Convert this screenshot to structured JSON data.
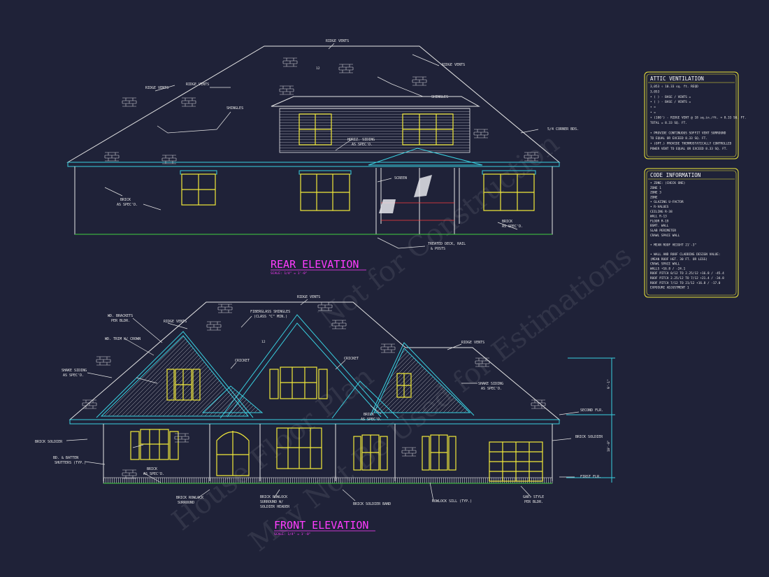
{
  "watermark": [
    "House Floor Plan",
    "Not for Construction",
    "May Not Be Used for Estimations"
  ],
  "rear": {
    "title": "REAR ELEVATION",
    "scale": "SCALE: 1/4\" = 1'-0\"",
    "labels": {
      "ridge_top": "RIDGE VENTS",
      "ridge_right": "RIDGE VENTS",
      "ridge_left1": "RIDGE VENTS",
      "ridge_left2": "RIDGE VENTS",
      "shingles_left": "SHINGLES",
      "shingles_right": "SHINGLES",
      "corner_bds": "5/4 CORNER BDS.",
      "lap_siding_1": "HORIZ. SIDING",
      "lap_siding_2": "AS SPEC'D.",
      "screen": "SCREEN",
      "brick_left_1": "BRICK",
      "brick_left_2": "AS SPEC'D.",
      "brick_right_1": "BRICK",
      "brick_right_2": "AS SPEC'D.",
      "deck_1": "TREATED DECK, RAIL",
      "deck_2": "& POSTS",
      "pitch": "12"
    }
  },
  "front": {
    "title": "FRONT ELEVATION",
    "scale": "SCALE: 1/4\" = 1'-0\"",
    "labels": {
      "ridge_top": "RIDGE VENTS",
      "ridge_left": "RIDGE VENTS",
      "ridge_right": "RIDGE VENTS",
      "fiberglass_1": "FIBERGLASS SHINGLES",
      "fiberglass_2": "(CLASS \"C\" MIN.)",
      "brackets_1": "WD. BRACKETS",
      "brackets_2": "PER BLDR.",
      "trim": "WD. TRIM W/ CROWN",
      "cricket_left": "CRICKET",
      "cricket_right": "CRICKET",
      "shake_left_1": "SHAKE SIDING",
      "shake_left_2": "AS SPEC'D.",
      "shake_right_1": "SHAKE SIDING",
      "shake_right_2": "AS SPEC'D.",
      "brick_mid_1": "BRICK",
      "brick_mid_2": "AS SPEC'D.",
      "brick_left_1": "BRICK",
      "brick_left_2": "AS SPEC'D.",
      "soldier_left": "BRICK SOLDIER",
      "soldier_right": "BRICK SOLDIER",
      "shutters_1": "BD. & BATTEN",
      "shutters_2": "SHUTTERS (TYP.)",
      "rowlock_1": "BRICK ROWLOCK",
      "rowlock_2": "SURROUND",
      "rowlock_sol_1": "BRICK ROWLOCK",
      "rowlock_sol_2": "SURROUND W/",
      "rowlock_sol_3": "SOLDIER HEADER",
      "soldier_band": "BRICK SOLDIER BAND",
      "rowlock_sill": "ROWLOCK SILL (TYP.)",
      "garage_1": "GAR. STYLE",
      "garage_2": "PER BLDR.",
      "second_flr": "SECOND FLR.",
      "first_flr": "FIRST FLR.",
      "dim_upper": "9'-1\"",
      "dim_lower": "10'-0\"",
      "pitch": "12"
    }
  },
  "attic": {
    "title": "ATTIC VENTILATION",
    "lines": [
      "3,053 ÷ 10.33 sq. ft.    REQD",
      "3,053",
      "• (    ) -         BASE    /    VENTS   =",
      "• (    ) -         BASE    /    VENTS   =",
      "•                                      =",
      "•                                      =",
      "• (100') - RIDGE VENT @ 18 sq.in./ft. = 8.33 SQ. FT.",
      "                               TOTAL     = 8.33 SQ. FT.",
      "",
      "• PROVIDE CONTINUOUS SOFFIT VENT SURROUND",
      "   TO EQUAL OR EXCEED  8.33 SQ. FT.",
      "• (OPT.) PROVIDE THERMOSTATICALLY CONTROLLED",
      "   POWER VENT TO EQUAL OR EXCEED 8.33 SQ. FT."
    ]
  },
  "code": {
    "title": "CODE INFORMATION",
    "lines": [
      "• ZONE: (CHECK ONE)",
      "      ZONE 1",
      "      ZONE 3",
      "      ZONE",
      "• GLAZING U-FACTOR",
      "• R-VALUES",
      "      CEILING              R-38",
      "      WALL                 R-13",
      "      FLOOR                R-19",
      "      BSMT. WALL",
      "      SLAB PERIMETER",
      "      CRAWL SPACE WALL",
      "",
      "• MEAN ROOF HEIGHT   21'-3\"",
      "",
      "• WALL AND ROOF CLADDING DESIGN VALUE:",
      "   (MEAN ROOF HGT. 30 FT. OR LESS)",
      "      CRAWL SPACE WALL",
      "      WALLS                +16.8 / -24.1",
      "      ROOF PITCH 0/12 TO 2.25/12   +16.8 / -45.4",
      "      ROOF PITCH 2.25/12 TO 7/12   +21.4 / -34.8",
      "      ROOF PITCH 7/12 TO 21/12     +16.8 / -17.0",
      "      EXPOSURE ADJUSTMENT          1"
    ]
  },
  "colors": {
    "background": "#1f2238",
    "line": "#e6e6e6",
    "cyan": "#39d0e0",
    "window": "#f2ea3a",
    "ground": "#40d040",
    "title": "#ff3cff",
    "panel_border": "#f2ea3a",
    "hatch": "#c8c8d0"
  }
}
